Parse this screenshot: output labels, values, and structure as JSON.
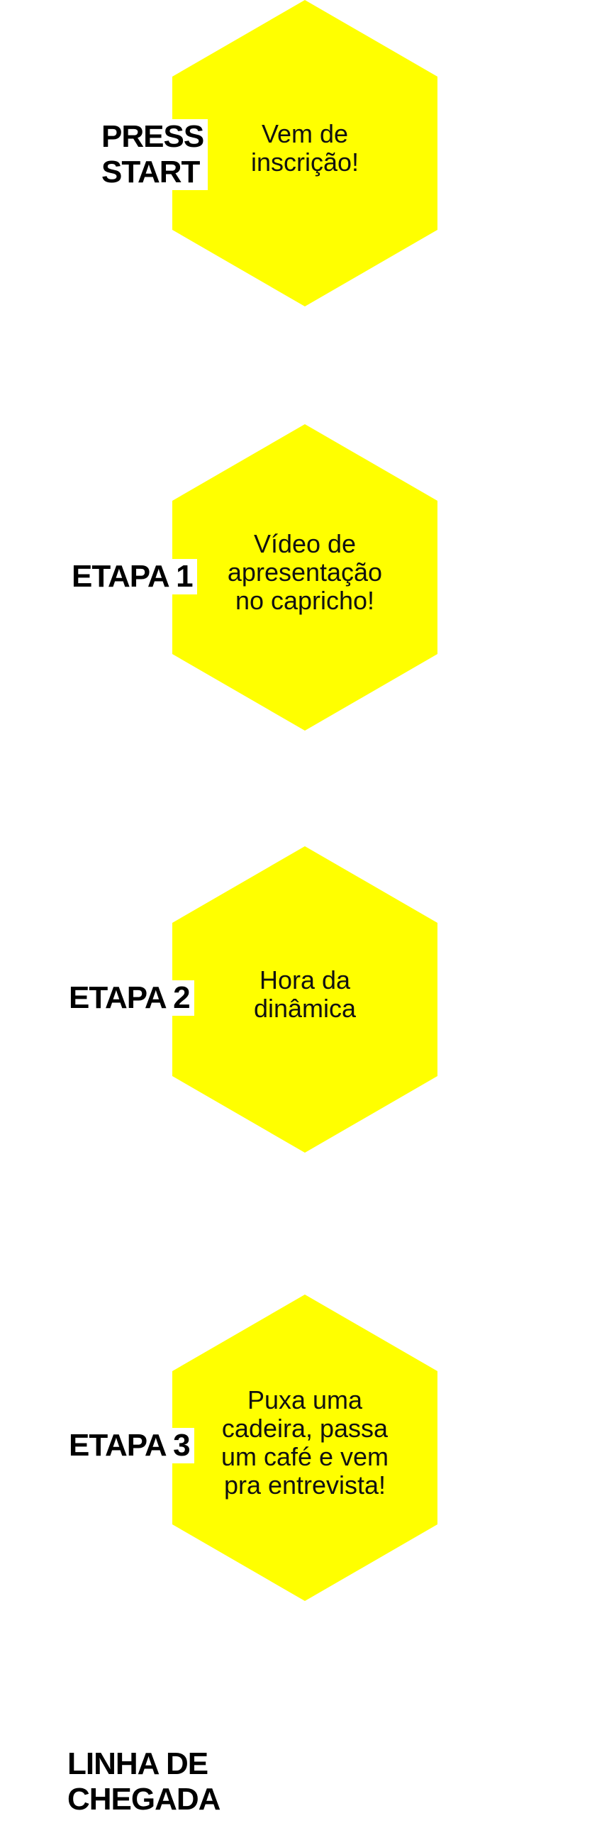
{
  "steps": [
    {
      "label": "PRESS\nSTART",
      "text": "Vem de inscrição!"
    },
    {
      "label": "ETAPA 1",
      "text": "Vídeo de apresentação no capricho!"
    },
    {
      "label": "ETAPA 2",
      "text": "Hora da dinâmica"
    },
    {
      "label": "ETAPA 3",
      "text": "Puxa uma cadeira, passa um café e vem pra entrevista!"
    }
  ],
  "finish": {
    "label": "LINHA DE\nCHEGADA"
  },
  "colors": {
    "hexagon": "#ffff00",
    "text": "#000000",
    "background": "#ffffff"
  }
}
